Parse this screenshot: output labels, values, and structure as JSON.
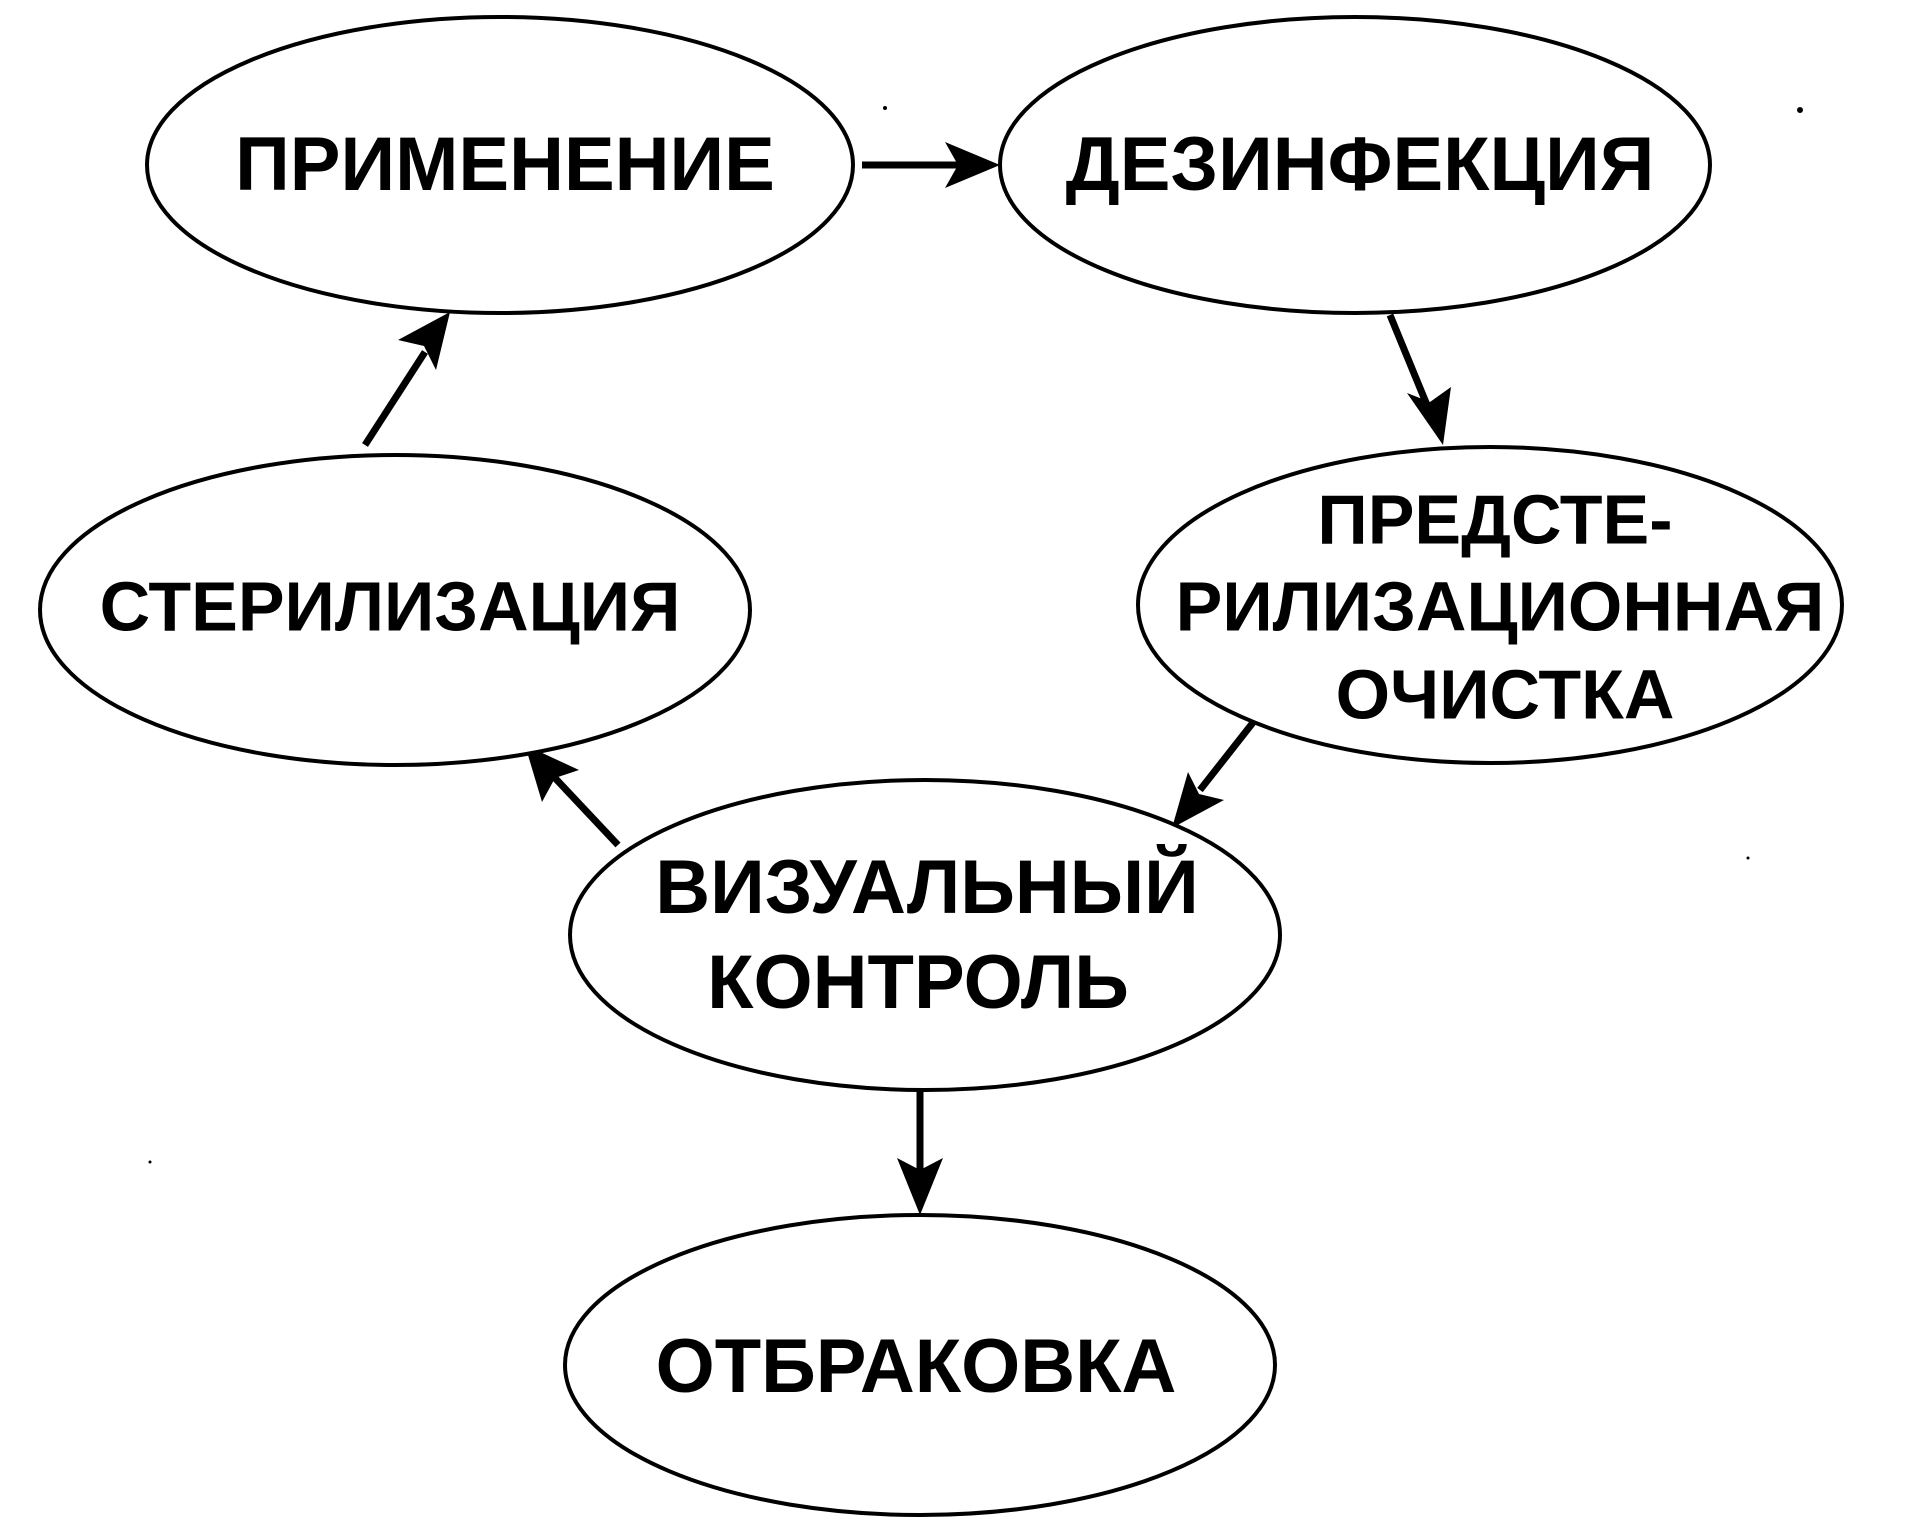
{
  "nodes": {
    "primenenie": {
      "lines": [
        "ПРИМЕНЕНИЕ"
      ]
    },
    "dezinfekciya": {
      "lines": [
        "ДЕЗИНФЕКЦИЯ"
      ]
    },
    "predsterilizacionnaya": {
      "lines": [
        "ПРЕДСТЕ-",
        "РИЛИЗАЦИОННАЯ",
        "ОЧИСТКА"
      ]
    },
    "vizualnyi_kontrol": {
      "lines": [
        "ВИЗУАЛЬНЫЙ",
        "КОНТРОЛЬ"
      ]
    },
    "sterilizaciya": {
      "lines": [
        "СТЕРИЛИЗАЦИЯ"
      ]
    },
    "otbrakovka": {
      "lines": [
        "ОТБРАКОВКА"
      ]
    }
  },
  "edges": [
    {
      "from": "primenenie",
      "to": "dezinfekciya"
    },
    {
      "from": "dezinfekciya",
      "to": "predsterilizacionnaya"
    },
    {
      "from": "predsterilizacionnaya",
      "to": "vizualnyi_kontrol"
    },
    {
      "from": "vizualnyi_kontrol",
      "to": "sterilizaciya"
    },
    {
      "from": "sterilizaciya",
      "to": "primenenie"
    },
    {
      "from": "vizualnyi_kontrol",
      "to": "otbrakovka"
    }
  ]
}
